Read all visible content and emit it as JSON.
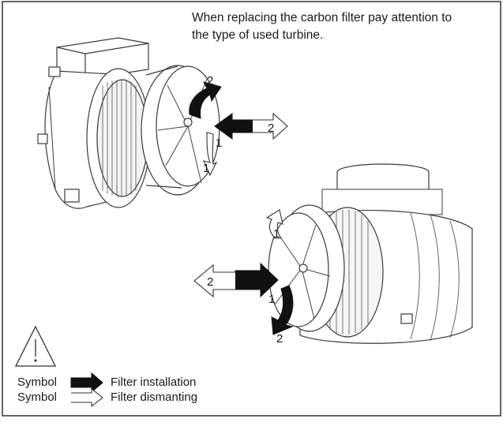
{
  "note": {
    "line1": "When replacing the carbon filter pay attention to",
    "line2": "the type of used turbine."
  },
  "legend": {
    "row1": {
      "symbol": "Symbol",
      "label": "Filter installation"
    },
    "row2": {
      "symbol": "Symbol",
      "label": "Filter dismanting"
    },
    "warning_symbol": "warning-triangle-icon"
  },
  "callouts": {
    "top_rotate_1": "1",
    "top_rotate_2": "2",
    "top_push_1": "1",
    "top_pull_2": "2",
    "bottom_rotate_1": "1",
    "bottom_rotate_2": "2",
    "bottom_push_1": "1",
    "bottom_pull_2": "2"
  },
  "colors": {
    "line": "#2a2a2a",
    "fill_dark": "#111111",
    "frame": "#222222"
  }
}
